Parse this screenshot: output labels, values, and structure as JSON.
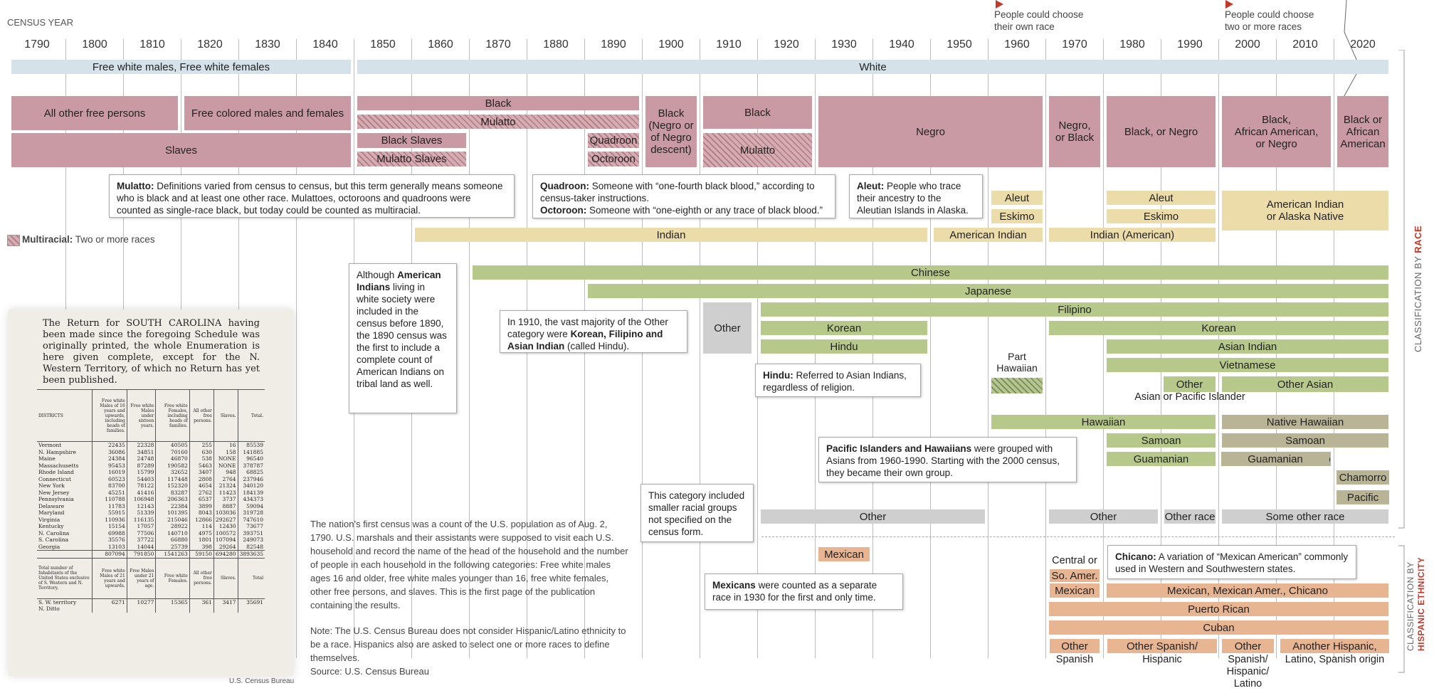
{
  "header": {
    "census_year_label": "CENSUS YEAR",
    "choose_race_text": "People could choose their own race",
    "choose_two_text": "People could choose two or more races",
    "multiracial_label": "Multiracial:",
    "multiracial_desc": "Two or more races"
  },
  "side_labels": {
    "race_prefix": "CLASSIFICATION BY",
    "race_word": "RACE",
    "hisp_prefix": "CLASSIFICATION BY",
    "hisp_word": "HISPANIC ETHNICITY"
  },
  "colors": {
    "white": "#d5e2e9",
    "black": "#c99aa3",
    "american_indian": "#ecdcaa",
    "asian": "#b6c98a",
    "pacific_islander": "#b9b496",
    "other": "#cfcfcf",
    "hispanic": "#e8b593",
    "accent_red": "#c0392b"
  },
  "chart_data": {
    "type": "timeline",
    "years": [
      1790,
      1800,
      1810,
      1820,
      1830,
      1840,
      1850,
      1860,
      1870,
      1880,
      1890,
      1900,
      1910,
      1920,
      1930,
      1940,
      1950,
      1960,
      1970,
      1980,
      1990,
      2000,
      2010,
      2020
    ],
    "bars": [
      {
        "label": "Free white males, Free white females",
        "start": 1790,
        "end": 1840,
        "category": "white"
      },
      {
        "label": "White",
        "start": 1850,
        "end": 2020,
        "category": "white"
      },
      {
        "label": "All other free persons",
        "start": 1790,
        "end": 1810,
        "category": "black"
      },
      {
        "label": "Free colored males and females",
        "start": 1820,
        "end": 1840,
        "category": "black"
      },
      {
        "label": "Slaves",
        "start": 1790,
        "end": 1840,
        "category": "black"
      },
      {
        "label": "Black",
        "start": 1850,
        "end": 1890,
        "category": "black"
      },
      {
        "label": "Mulatto",
        "start": 1850,
        "end": 1890,
        "category": "multiracial"
      },
      {
        "label": "Black Slaves",
        "start": 1850,
        "end": 1860,
        "category": "black"
      },
      {
        "label": "Mulatto Slaves",
        "start": 1850,
        "end": 1860,
        "category": "multiracial"
      },
      {
        "label": "Quadroon",
        "start": 1890,
        "end": 1890,
        "category": "multiracial"
      },
      {
        "label": "Octoroon",
        "start": 1890,
        "end": 1890,
        "category": "multiracial"
      },
      {
        "label": "Black (Negro or of Negro descent)",
        "start": 1900,
        "end": 1900,
        "category": "black"
      },
      {
        "label": "Black",
        "start": 1910,
        "end": 1920,
        "category": "black"
      },
      {
        "label": "Mulatto",
        "start": 1910,
        "end": 1920,
        "category": "multiracial"
      },
      {
        "label": "Negro",
        "start": 1930,
        "end": 1960,
        "category": "black"
      },
      {
        "label": "Negro, or Black",
        "start": 1970,
        "end": 1970,
        "category": "black"
      },
      {
        "label": "Black, or Negro",
        "start": 1980,
        "end": 1990,
        "category": "black"
      },
      {
        "label": "Black, African American, or Negro",
        "start": 2000,
        "end": 2010,
        "category": "black"
      },
      {
        "label": "Black or African American",
        "start": 2020,
        "end": 2020,
        "category": "black"
      },
      {
        "label": "Aleut",
        "start": 1960,
        "end": 1960,
        "category": "american_indian"
      },
      {
        "label": "Eskimo",
        "start": 1960,
        "end": 1960,
        "category": "american_indian"
      },
      {
        "label": "Aleut",
        "start": 1980,
        "end": 1990,
        "category": "american_indian"
      },
      {
        "label": "Eskimo",
        "start": 1980,
        "end": 1990,
        "category": "american_indian"
      },
      {
        "label": "American Indian or Alaska Native",
        "start": 2000,
        "end": 2020,
        "category": "american_indian"
      },
      {
        "label": "Indian",
        "start": 1860,
        "end": 1940,
        "category": "american_indian"
      },
      {
        "label": "American Indian",
        "start": 1950,
        "end": 1960,
        "category": "american_indian"
      },
      {
        "label": "Indian (American)",
        "start": 1970,
        "end": 1990,
        "category": "american_indian"
      },
      {
        "label": "Chinese",
        "start": 1870,
        "end": 2020,
        "category": "asian"
      },
      {
        "label": "Japanese",
        "start": 1890,
        "end": 2020,
        "category": "asian"
      },
      {
        "label": "Filipino",
        "start": 1920,
        "end": 2020,
        "category": "asian"
      },
      {
        "label": "Other",
        "start": 1910,
        "end": 1910,
        "category": "other"
      },
      {
        "label": "Korean",
        "start": 1920,
        "end": 1940,
        "category": "asian"
      },
      {
        "label": "Korean",
        "start": 1970,
        "end": 2020,
        "category": "asian"
      },
      {
        "label": "Hindu",
        "start": 1920,
        "end": 1940,
        "category": "asian"
      },
      {
        "label": "Asian Indian",
        "start": 1980,
        "end": 2020,
        "category": "asian"
      },
      {
        "label": "Vietnamese",
        "start": 1980,
        "end": 2020,
        "category": "asian"
      },
      {
        "label": "Part Hawaiian",
        "start": 1960,
        "end": 1960,
        "category": "multiracial"
      },
      {
        "label": "Other",
        "start": 1990,
        "end": 1990,
        "category": "asian"
      },
      {
        "label": "Other Asian",
        "start": 2000,
        "end": 2020,
        "category": "asian"
      },
      {
        "label": "Asian or Pacific Islander",
        "start": 1990,
        "end": 1990,
        "category": "label"
      },
      {
        "label": "Hawaiian",
        "start": 1960,
        "end": 1990,
        "category": "asian"
      },
      {
        "label": "Native Hawaiian",
        "start": 2000,
        "end": 2020,
        "category": "pacific_islander"
      },
      {
        "label": "Samoan",
        "start": 1980,
        "end": 1990,
        "category": "asian"
      },
      {
        "label": "Samoan",
        "start": 2000,
        "end": 2020,
        "category": "pacific_islander"
      },
      {
        "label": "Guamanian",
        "start": 1980,
        "end": 1990,
        "category": "asian"
      },
      {
        "label": "Guamanian, Chamorro",
        "start": 2000,
        "end": 2010,
        "category": "pacific_islander"
      },
      {
        "label": "Guamanian",
        "start": 2020,
        "end": 2020,
        "category": "pacific_islander"
      },
      {
        "label": "Chamorro",
        "start": 2020,
        "end": 2020,
        "category": "pacific_islander"
      },
      {
        "label": "Other Pacific Islander",
        "start": 2000,
        "end": 2020,
        "category": "pacific_islander"
      },
      {
        "label": "Other",
        "start": 1920,
        "end": 1950,
        "category": "other"
      },
      {
        "label": "Other",
        "start": 1970,
        "end": 1980,
        "category": "other"
      },
      {
        "label": "Other race",
        "start": 1990,
        "end": 1990,
        "category": "other"
      },
      {
        "label": "Some other race",
        "start": 2000,
        "end": 2020,
        "category": "other"
      },
      {
        "label": "Mexican",
        "start": 1930,
        "end": 1930,
        "category": "hispanic"
      },
      {
        "label": "Central or So. Amer.",
        "start": 1970,
        "end": 1970,
        "category": "hispanic"
      },
      {
        "label": "Mexican",
        "start": 1970,
        "end": 1970,
        "category": "hispanic"
      },
      {
        "label": "Mexican, Mexican Amer., Chicano",
        "start": 1980,
        "end": 2020,
        "category": "hispanic"
      },
      {
        "label": "Puerto Rican",
        "start": 1970,
        "end": 2020,
        "category": "hispanic"
      },
      {
        "label": "Cuban",
        "start": 1970,
        "end": 2020,
        "category": "hispanic"
      },
      {
        "label": "Other Spanish",
        "start": 1970,
        "end": 1970,
        "category": "hispanic"
      },
      {
        "label": "Other Spanish/ Hispanic",
        "start": 1980,
        "end": 1990,
        "category": "hispanic"
      },
      {
        "label": "Other Spanish/ Hispanic/ Latino",
        "start": 2000,
        "end": 2000,
        "category": "hispanic"
      },
      {
        "label": "Another Hispanic, Latino, Spanish origin",
        "start": 2010,
        "end": 2020,
        "category": "hispanic"
      }
    ]
  },
  "notes": {
    "mulatto": {
      "term": "Mulatto:",
      "text": "Definitions varied from census to census, but this term generally means someone who is black and at least one other race. Mulattoes, octoroons and quadroons were counted as single-race black, but today could be counted as multiracial."
    },
    "quadroon": {
      "term": "Quadroon:",
      "text": "Someone with “one-fourth black blood,” according to census-taker instructions.",
      "term2": "Octoroon:",
      "text2": "Someone with “one-eighth or any trace of black blood.”"
    },
    "aleut": {
      "term": "Aleut:",
      "text": "People who trace their ancestry to the Aleutian Islands in Alaska."
    },
    "indians": {
      "pre": "Although",
      "term": "American Indians",
      "text": "living in white society were included in the census before 1890, the 1890 census was the first to include a complete count of American Indians on tribal land as well."
    },
    "other1910": {
      "pre": "In 1910, the vast majority of the Other category were",
      "term": "Korean, Filipino and Asian Indian",
      "text": "(called Hindu)."
    },
    "hindu": {
      "term": "Hindu:",
      "text": "Referred to Asian Indians, regardless of religion."
    },
    "pacific": {
      "term": "Pacific Islanders and Hawaiians",
      "text": "were grouped with Asians from 1960-1990. Starting with the 2000 census, they became their own group."
    },
    "othercat": {
      "text": "This category included smaller racial groups not specified on the census form."
    },
    "mexicans": {
      "term": "Mexicans",
      "text": "were counted as a separate race in 1930 for the first and only time."
    },
    "chicano": {
      "term": "Chicano:",
      "text": "A variation of “Mexican American” commonly used in Western and Southwestern states."
    }
  },
  "body_text": {
    "para1": "The nation’s first census was a count of the U.S. population as of Aug. 2, 1790. U.S. marshals and their assistants were supposed to visit each U.S. household and record the name of the head of the household and the number of people in each household in the following categories: Free white males ages 16 and older, free white males younger than 16, free white females, other free persons, and slaves. This is the first page of the publication containing the results.",
    "para2": "Note: The U.S. Census Bureau does not consider Hispanic/Latino ethnicity to be a race. Hispanics also are asked to select one or more races to define themselves.",
    "source": "Source: U.S. Census Bureau",
    "doc_credit": "U.S. Census Bureau"
  },
  "document": {
    "heading": "The Return for SOUTH CAROLINA having been made since the foregoing Schedule was originally printed, the whole Enumeration is here given complete, except for the N. Western Territory, of which no Return has yet been published.",
    "columns": [
      "DISTRICTS",
      "Free white Males of 16 years and upwards, including heads of families.",
      "Free white Males under sixteen years.",
      "Free white Females, including heads of families.",
      "All other free persons.",
      "Slaves.",
      "Total."
    ],
    "rows": [
      [
        "Vermont",
        "22435",
        "22328",
        "40505",
        "255",
        "16",
        "85539"
      ],
      [
        "N. Hampshire",
        "36086",
        "34851",
        "70160",
        "630",
        "158",
        "141885"
      ],
      [
        "Maine",
        "24384",
        "24748",
        "46870",
        "538",
        "NONE",
        "96540"
      ],
      [
        "Massachusetts",
        "95453",
        "87289",
        "190582",
        "5463",
        "NONE",
        "378787"
      ],
      [
        "Rhode Island",
        "16019",
        "15799",
        "32652",
        "3407",
        "948",
        "68825"
      ],
      [
        "Connecticut",
        "60523",
        "54403",
        "117448",
        "2808",
        "2764",
        "237946"
      ],
      [
        "New York",
        "83700",
        "78122",
        "152320",
        "4654",
        "21324",
        "340120"
      ],
      [
        "New Jersey",
        "45251",
        "41416",
        "83287",
        "2762",
        "11423",
        "184139"
      ],
      [
        "Pennsylvania",
        "110788",
        "106948",
        "206363",
        "6537",
        "3737",
        "434373"
      ],
      [
        "Delaware",
        "11783",
        "12143",
        "22384",
        "3899",
        "8887",
        "59094"
      ],
      [
        "Maryland",
        "55915",
        "51339",
        "101395",
        "8043",
        "103036",
        "319728"
      ],
      [
        "Virginia",
        "110936",
        "116135",
        "215046",
        "12866",
        "292627",
        "747610"
      ],
      [
        "Kentucky",
        "15154",
        "17057",
        "28922",
        "114",
        "12430",
        "73677"
      ],
      [
        "N. Carolina",
        "69988",
        "77506",
        "140710",
        "4975",
        "100572",
        "393751"
      ],
      [
        "S. Carolina",
        "35576",
        "37722",
        "66880",
        "1801",
        "107094",
        "249073"
      ],
      [
        "Georgia",
        "13103",
        "14044",
        "25739",
        "398",
        "29264",
        "82548"
      ]
    ],
    "total_row": [
      "807094",
      "791850",
      "1541263",
      "59150",
      "694280",
      "3893635"
    ],
    "second_header": [
      "Total number of Inhabitants of the United States exclusive of S. Western and N. Territory.",
      "Free white Males of 21 years and upwards.",
      "Free Males under 21 years of age.",
      "Free white Females.",
      "All other free persons.",
      "Slaves.",
      "Total"
    ],
    "territory_rows": [
      [
        "S. W. territory",
        "6271",
        "10277",
        "15365",
        "361",
        "3417",
        "35691"
      ],
      [
        "N. Ditto",
        "",
        "",
        "",
        "",
        "",
        ""
      ]
    ]
  }
}
